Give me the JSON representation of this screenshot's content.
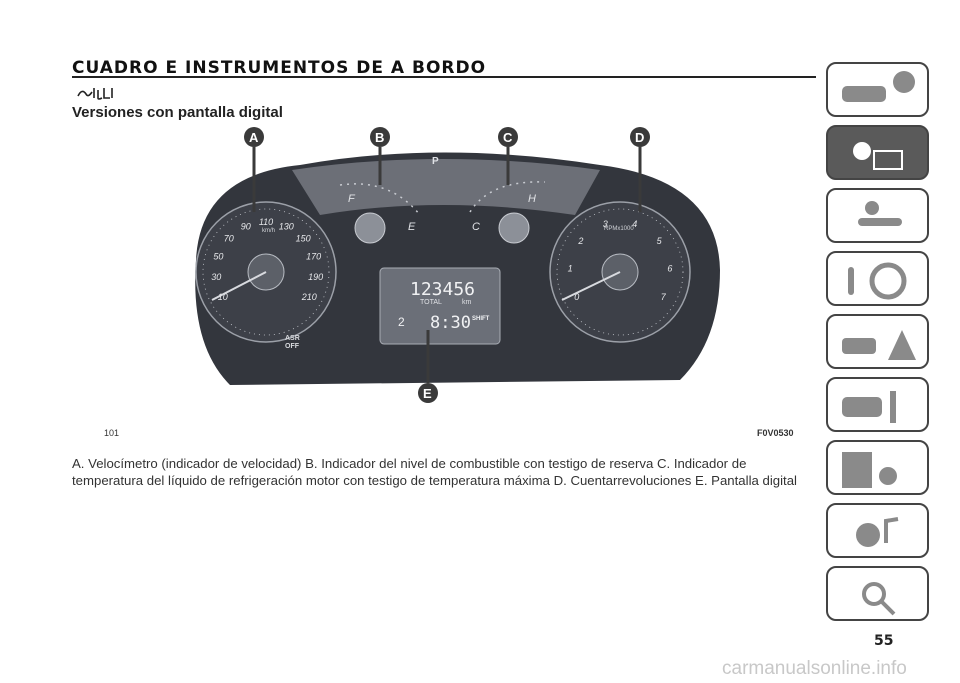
{
  "header": {
    "title": "CUADRO E INSTRUMENTOS DE A BORDO",
    "subtitle": "Versiones con pantalla digital"
  },
  "figure": {
    "number": "101",
    "code": "F0V0530",
    "callouts": [
      "A",
      "B",
      "C",
      "D",
      "E"
    ],
    "speedometer": {
      "unit": "km/h",
      "ticks": [
        "10",
        "30",
        "50",
        "70",
        "90",
        "110",
        "130",
        "150",
        "170",
        "190",
        "210"
      ]
    },
    "tachometer": {
      "unit": "RPMx1000",
      "ticks": [
        "0",
        "1",
        "2",
        "3",
        "4",
        "5",
        "6",
        "7"
      ]
    },
    "fuel_gauge": {
      "full": "F",
      "empty": "E"
    },
    "temp_gauge": {
      "hot": "H",
      "cold": "C"
    },
    "display": {
      "odometer": "123456",
      "odometer_label": "TOTAL",
      "odometer_unit": "km",
      "gear": "2",
      "clock": "8:30",
      "shift_label": "SHIFT"
    },
    "warning_labels": {
      "asr": "ASR",
      "asr_off": "OFF",
      "park": "P"
    }
  },
  "caption": "A. Velocímetro (indicador de velocidad) B. Indicador del nivel de combustible con testigo de reserva C. Indicador de temperatura del líquido de refrigeración motor con testigo de temperatura máxima D. Cuentarrevoluciones E. Pantalla digital",
  "side_tabs": [
    {
      "icon": "car-info-icon"
    },
    {
      "icon": "warning-light-message-icon",
      "active": true
    },
    {
      "icon": "safety-airbag-icon"
    },
    {
      "icon": "steering-key-icon"
    },
    {
      "icon": "emergency-triangle-icon"
    },
    {
      "icon": "car-maintenance-icon"
    },
    {
      "icon": "technical-data-icon"
    },
    {
      "icon": "multimedia-icon"
    },
    {
      "icon": "index-icon"
    }
  ],
  "page_number": "55",
  "watermark": "carmanualsonline.info",
  "colors": {
    "cluster_dark": "#2e3138",
    "cluster_mid": "#5b5e66",
    "callout": "#3a3a3a",
    "lcd": "#6b6f78"
  }
}
